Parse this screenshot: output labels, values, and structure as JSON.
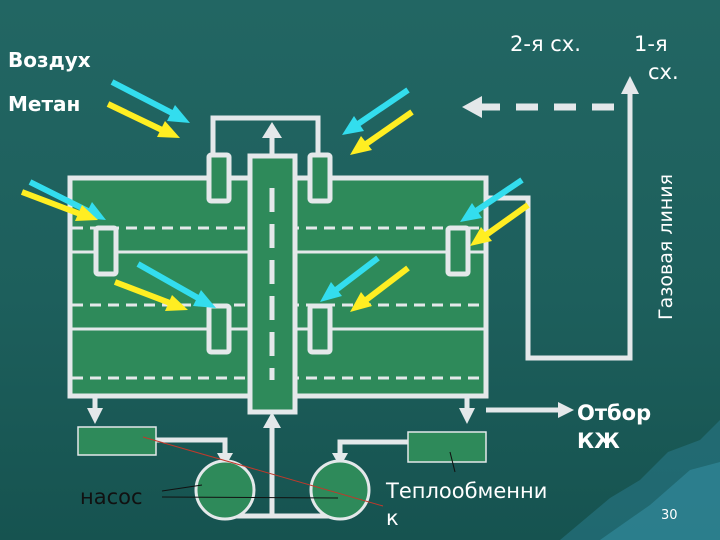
{
  "labels": {
    "air": "Воздух",
    "methane": "Метан",
    "scheme2": "2-я сх.",
    "scheme1_line1": "1-я",
    "scheme1_line2": "сх.",
    "gas_line": "Газовая линия",
    "withdrawal_line1": "Отбор",
    "withdrawal_line2": "КЖ",
    "pump": "насос",
    "heat_exchanger_line1": "Теплообменни",
    "heat_exchanger_line2": "к",
    "page_number": "30"
  },
  "colors": {
    "air_arrow": "#33ddee",
    "methane_arrow": "#ffee22",
    "pipe": "#e4e8ea",
    "vessel_fill": "#2e8a5a",
    "pointer_red": "#c0392b",
    "pointer_dark": "#111111"
  }
}
